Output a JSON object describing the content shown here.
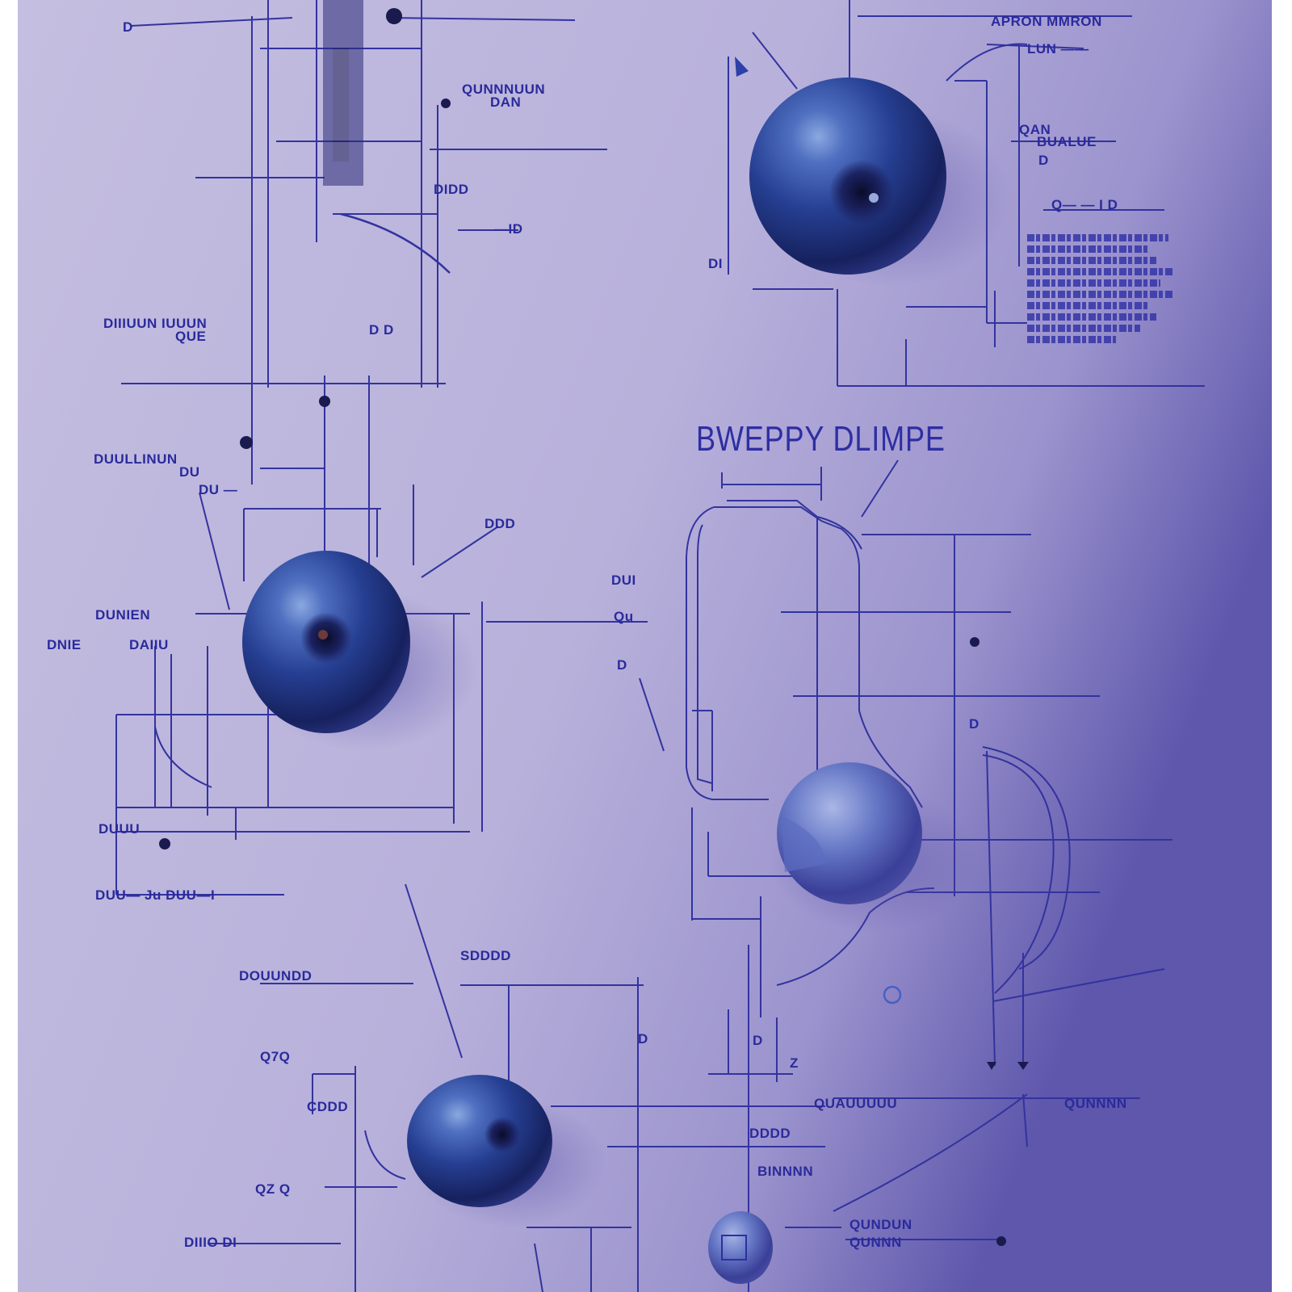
{
  "title": "BWEPPY DLIMPE",
  "labels": {
    "top_right_heading": "APRON MMRON",
    "top_right_sub1": "LUN ——",
    "top_right_sub2": "QAN",
    "top_right_sub3": "BUALUE",
    "top_right_sub4": "D",
    "top_right_sub5": "Q— — I D",
    "top_right_sub6": "DI",
    "top_left_a": "D",
    "top_left_b": "QUNNNUUN",
    "top_left_c": "DAN",
    "top_left_d": "DIDD",
    "top_left_e": "—ID",
    "top_left_f": "DIIIUUN IUUUN",
    "top_left_g": "QUE",
    "top_left_h": "D D",
    "mid_left_a": "DUULLINUN",
    "mid_left_b": "DU",
    "mid_left_c": "DU —",
    "mid_left_d": "DUNIEN",
    "mid_left_e": "DNIE",
    "mid_left_f": "DAIIU",
    "mid_left_g": "DUUU",
    "mid_left_h": "DUU— Ju DUU—I",
    "mid_callout": "DDD",
    "mid_a": "DUI",
    "mid_b": "Qu",
    "mid_c": "D",
    "right_a": "D",
    "bottom_a": "DOUUNDD",
    "bottom_b": "SDDDD",
    "bottom_c": "Q7Q",
    "bottom_d": "CDDD",
    "bottom_e": "QZ Q",
    "bottom_f": "DIIIO DI",
    "bottom_g": "QUAUUUUU",
    "bottom_h": "QUNNNN",
    "bottom_i": "DDDD",
    "bottom_j": "D",
    "bottom_k": "D",
    "bottom_l": "Z",
    "bottom_m": "BINNNN",
    "bottom_n": "QUNDUN",
    "bottom_o": "QUNNN"
  },
  "colors": {
    "paper_light": "#c3bde0",
    "paper_dark": "#6a63b6",
    "ink": "#2f2f9e",
    "berry_dark": "#141c55",
    "berry_mid": "#2a4a9e",
    "berry_light": "#7c9cd8"
  }
}
